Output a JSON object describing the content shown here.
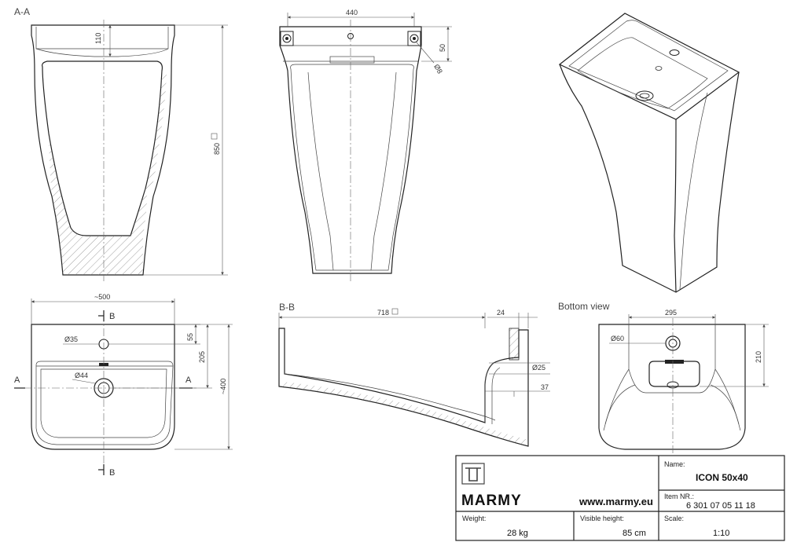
{
  "views": {
    "section_aa": "A-A",
    "section_bb": "B-B",
    "bottom_view": "Bottom view"
  },
  "dimensions": {
    "d440": "440",
    "d110": "110",
    "d50": "50",
    "d8": "Ø8",
    "d850": "850",
    "d500": "~500",
    "d35": "Ø35",
    "d55": "55",
    "d205": "205",
    "d400": "~400",
    "d44": "Ø44",
    "d718": "718",
    "d24": "24",
    "d25": "Ø25",
    "d37": "37",
    "d295": "295",
    "d60": "Ø60",
    "d210": "210"
  },
  "markers": {
    "a_left": "A",
    "a_right": "A",
    "b_top": "B",
    "b_bottom": "B"
  },
  "title_block": {
    "brand": "MARMY",
    "website": "www.marmy.eu",
    "name_label": "Name:",
    "name_value": "ICON 50x40",
    "item_label": "Item NR.:",
    "item_value": "6 301 07 05 11 18",
    "weight_label": "Weight:",
    "weight_value": "28 kg",
    "visible_height_label": "Visible height:",
    "visible_height_value": "85 cm",
    "scale_label": "Scale:",
    "scale_value": "1:10"
  }
}
